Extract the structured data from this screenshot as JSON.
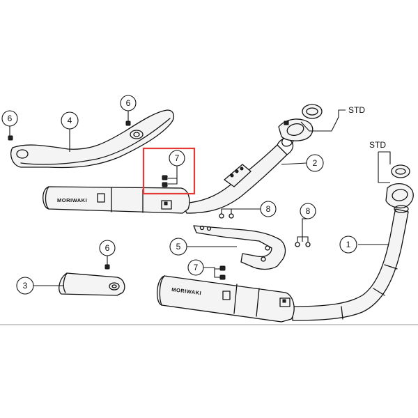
{
  "callouts": {
    "c1": "1",
    "c2": "2",
    "c3": "3",
    "c4": "4",
    "c5": "5",
    "c6a": "6",
    "c6b": "6",
    "c6c": "6",
    "c7a": "7",
    "c7b": "7",
    "c8a": "8",
    "c8b": "8"
  },
  "labels": {
    "std_top": "STD",
    "std_right": "STD"
  },
  "brand": {
    "muffler_upper": "MORIWAKI",
    "muffler_lower": "MORIWAKI"
  },
  "colors": {
    "highlight_box": "#e53935",
    "line": "#111111",
    "bottom_rule": "#999999"
  }
}
